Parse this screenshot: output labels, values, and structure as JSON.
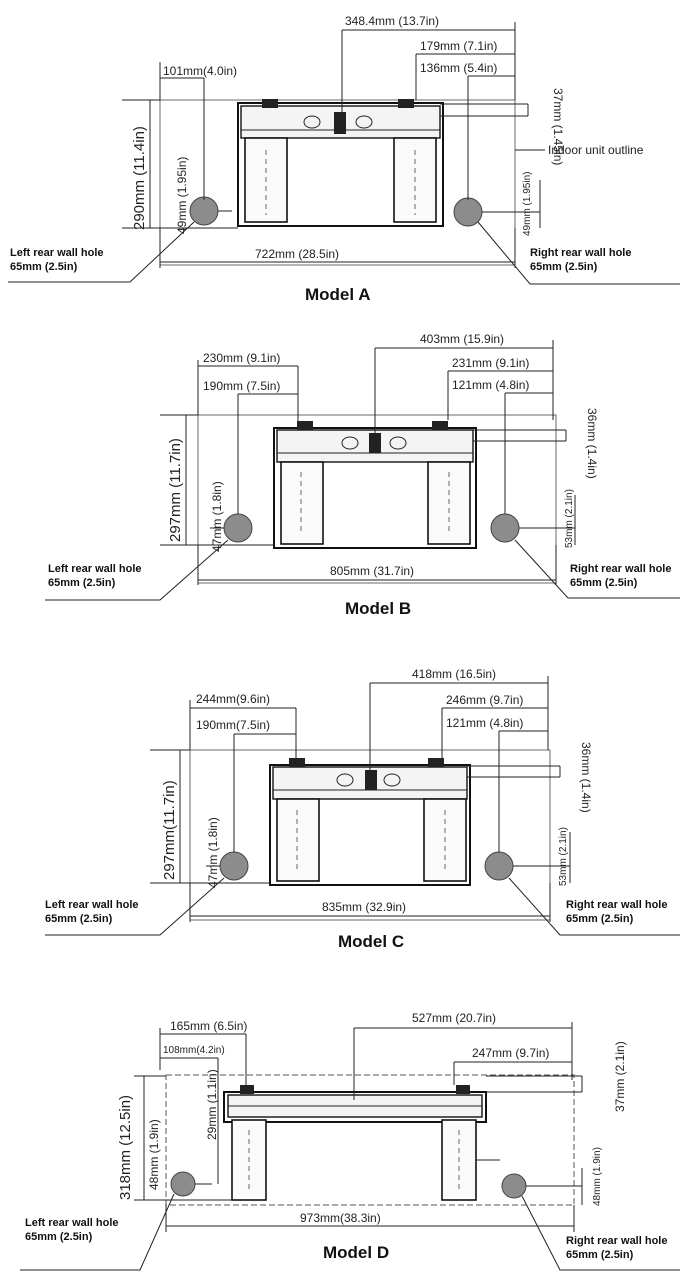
{
  "models": [
    {
      "title": "Model A",
      "left_hole": {
        "label": "Left rear wall hole",
        "size": "65mm (2.5in)"
      },
      "right_hole": {
        "label": "Right rear wall hole",
        "size": "65mm (2.5in)"
      },
      "indoor_outline_label": "Indoor unit outline",
      "dims": {
        "top_span": "348.4mm (13.7in)",
        "right_outer": "179mm (7.1in)",
        "right_inner": "136mm (5.4in)",
        "left_1": "101mm(4.0in)",
        "height": "290mm (11.4in)",
        "left_hole_height": "49mm (1.95in)",
        "right_hole_height": "49mm (1.95in)",
        "top_right": "37mm (1.45in)",
        "width": "722mm (28.5in)"
      }
    },
    {
      "title": "Model B",
      "left_hole": {
        "label": "Left rear wall hole",
        "size": "65mm (2.5in)"
      },
      "right_hole": {
        "label": "Right rear wall hole",
        "size": "65mm (2.5in)"
      },
      "dims": {
        "top_span": "403mm (15.9in)",
        "right_outer": "231mm (9.1in)",
        "right_inner": "121mm (4.8in)",
        "left_1": "230mm (9.1in)",
        "left_2": "190mm (7.5in)",
        "height": "297mm (11.7in)",
        "left_hole_height": "47mm (1.8in)",
        "right_hole_height": "53mm (2.1in)",
        "top_right": "36mm (1.4in)",
        "width": "805mm (31.7in)"
      }
    },
    {
      "title": "Model C",
      "left_hole": {
        "label": "Left rear wall hole",
        "size": "65mm (2.5in)"
      },
      "right_hole": {
        "label": "Right rear wall hole",
        "size": "65mm (2.5in)"
      },
      "dims": {
        "top_span": "418mm (16.5in)",
        "right_outer": "246mm (9.7in)",
        "right_inner": "121mm (4.8in)",
        "left_1": "244mm(9.6in)",
        "left_2": "190mm(7.5in)",
        "height": "297mm(11.7in)",
        "left_hole_height": "47mm (1.8in)",
        "right_hole_height": "53mm (2.1in)",
        "top_right": "36mm (1.4in)",
        "width": "835mm (32.9in)"
      }
    },
    {
      "title": "Model D",
      "left_hole": {
        "label": "Left rear wall hole",
        "size": "65mm (2.5in)"
      },
      "right_hole": {
        "label": "Right rear wall hole",
        "size": "65mm (2.5in)"
      },
      "dims": {
        "top_span": "527mm (20.7in)",
        "right_outer": "247mm (9.7in)",
        "left_1": "165mm (6.5in)",
        "left_2": "108mm(4.2in)",
        "height": "318mm (12.5in)",
        "left_hole_height": "48mm (1.9in)",
        "inner_left_height": "29mm (1.1in)",
        "right_hole_height": "48mm (1.9in)",
        "top_right": "37mm (2.1in)",
        "width": "973mm(38.3in)"
      }
    }
  ]
}
